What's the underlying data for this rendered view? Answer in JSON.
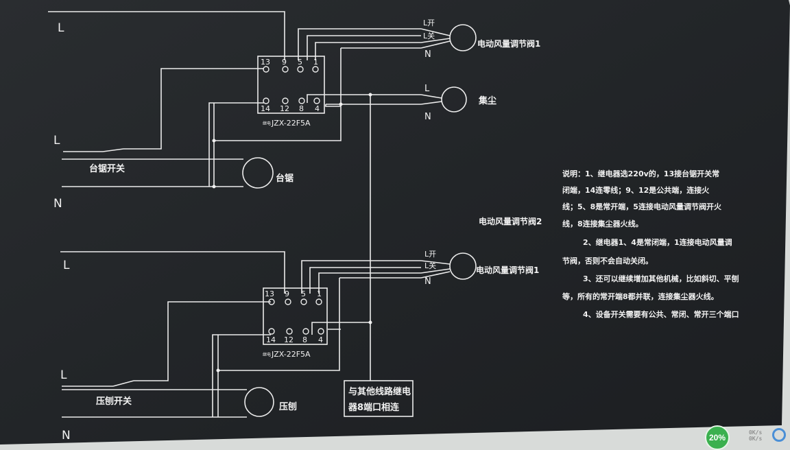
{
  "wire_labels": {
    "L": "L",
    "N": "N",
    "L_open": "L开",
    "L_close": "L关"
  },
  "relay": {
    "top_terminals": [
      "13",
      "9",
      "5",
      "1"
    ],
    "bottom_terminals": [
      "14",
      "12",
      "8",
      "4"
    ],
    "model": "JZX-22F5A",
    "model_prefix": "继电"
  },
  "devices": {
    "damper1": "电动风量调节阀1",
    "damper2": "电动风量调节阀2",
    "dust_collector": "集尘",
    "saw_motor": "台锯",
    "saw_switch": "台锯开关",
    "planer_motor": "压刨",
    "planer_switch": "压刨开关"
  },
  "note_box": [
    "与其他线路继电",
    "器8端口相连"
  ],
  "notes": [
    "说明：1、继电器选220v的，13接台锯开关常",
    "闭端，14连零线；9、12是公共端，连接火",
    "线；5、8是常开端，5连接电动风量调节阀开火",
    "线，8连接集尘器火线。",
    "2、继电器1、4是常闭端，1连接电动风量调",
    "节阀，否则不会自动关闭。",
    "3、还可以继续增加其他机械，比如斜切、平刨",
    "等，所有的常开端8都并联，连接集尘器火线。",
    "4、设备开关需要有公共、常闭、常开三个端口"
  ],
  "tray": {
    "percent": "20%",
    "up_speed": "0K/s",
    "down_speed": "0K/s"
  }
}
